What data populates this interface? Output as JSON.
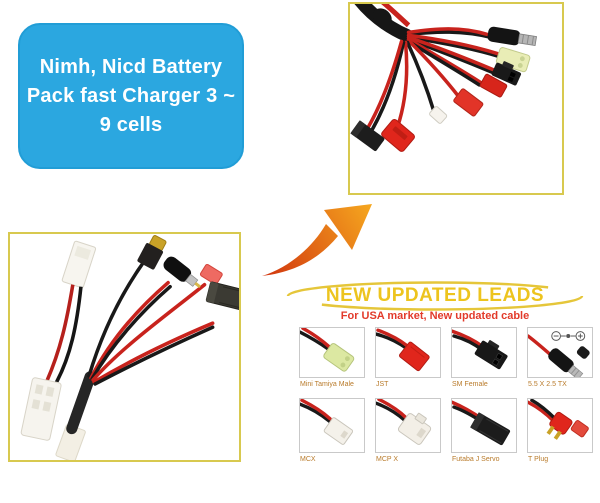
{
  "title_box": {
    "lines": [
      "Nimh, Nicd Battery",
      "Pack fast Charger 3 ~",
      "9 cells"
    ],
    "bg_color": "#2ba7e0",
    "text_color": "#ffffff"
  },
  "photos": {
    "frame_color": "#d8c94f",
    "top_right_description": "8-lead multi connector charger splitter cable",
    "bottom_left_description": "charger adapter cables with Tamiya, T-plug, barrel, JST and servo leads"
  },
  "arrow": {
    "color_tail": "#d0330e",
    "color_head": "#f6a81f"
  },
  "banner": {
    "heading": "NEW UPDATED LEADS",
    "heading_color": "#edc41e",
    "subtitle": "For USA market, New updated cable",
    "subtitle_color": "#e23a2a",
    "ellipse_color": "#e5c63a"
  },
  "connector_grid": {
    "label_color": "#b97b2b",
    "cells": [
      {
        "label": "Mini Tamiya Male",
        "icon": "mini-tamiya-male-connector"
      },
      {
        "label": "JST",
        "icon": "jst-connector"
      },
      {
        "label": "SM Female",
        "icon": "sm-female-connector"
      },
      {
        "label": "5.5 X 2.5 TX",
        "icon": "barrel-plug-connector",
        "polarity_icon": "center-positive-polarity"
      },
      {
        "label": "MCX",
        "icon": "mcx-connector"
      },
      {
        "label": "MCP X",
        "icon": "mcpx-connector"
      },
      {
        "label": "Futaba J Servo",
        "icon": "futaba-j-servo-connector"
      },
      {
        "label": "T Plug",
        "icon": "t-plug-connector"
      }
    ]
  }
}
